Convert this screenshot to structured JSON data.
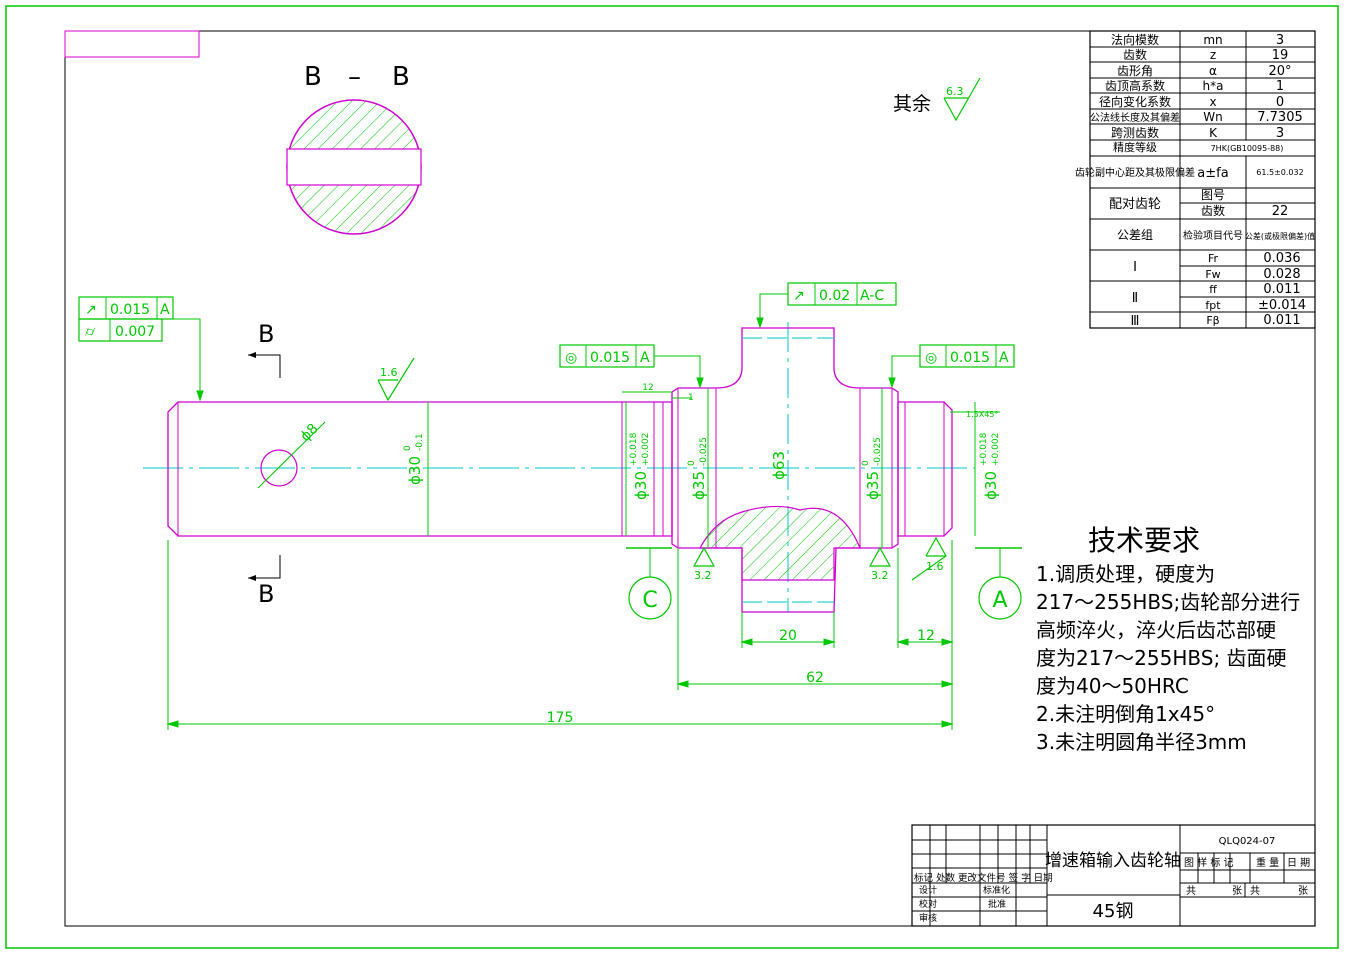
{
  "colors": {
    "frame": "#00c800",
    "part": "#d000d0",
    "center": "#00c8c8",
    "text": "#000000",
    "bg": "#ffffff"
  },
  "section": {
    "label_left": "B",
    "dash": "–",
    "label_right": "B"
  },
  "roughness_note": {
    "prefix": "其余",
    "value": "6.3"
  },
  "gear_table": {
    "rows": [
      {
        "name": "法向模数",
        "symbol": "mn",
        "value": "3"
      },
      {
        "name": "齿数",
        "symbol": "z",
        "value": "19"
      },
      {
        "name": "齿形角",
        "symbol": "α",
        "value": "20°"
      },
      {
        "name": "齿顶高系数",
        "symbol": "h*a",
        "value": "1"
      },
      {
        "name": "径向变化系数",
        "symbol": "x",
        "value": "0"
      },
      {
        "name": "公法线长度及其偏差",
        "symbol": "Wn",
        "value": "7.7305"
      },
      {
        "name": "跨测齿数",
        "symbol": "K",
        "value": "3"
      }
    ],
    "precision": {
      "name": "精度等级",
      "value": "7HK(GB10095-88)"
    },
    "center_dist": {
      "name": "齿轮副中心距及其极限偏差",
      "symbol": "a±fa",
      "value": "61.5±0.032"
    },
    "mating": {
      "name": "配对齿轮",
      "drawing_no": "图号",
      "teeth": "齿数",
      "teeth_value": "22"
    },
    "tolerance_header": {
      "group": "公差组",
      "code": "检验项目代号",
      "value": "公差(或极限偏差)值"
    },
    "groups": [
      {
        "group": "Ⅰ",
        "items": [
          {
            "code": "Fr",
            "value": "0.036"
          },
          {
            "code": "Fw",
            "value": "0.028"
          }
        ]
      },
      {
        "group": "Ⅱ",
        "items": [
          {
            "code": "ff",
            "value": "0.011"
          },
          {
            "code": "fpt",
            "value": "±0.014"
          }
        ]
      },
      {
        "group": "Ⅲ",
        "items": [
          {
            "code": "Fβ",
            "value": "0.011"
          }
        ]
      }
    ]
  },
  "frames": {
    "runout_left": {
      "symbol": "↗",
      "value": "0.015",
      "datum": "A"
    },
    "cyl_left": {
      "symbol": "⌭",
      "value": "0.007"
    },
    "conc_left": {
      "symbol": "◎",
      "value": "0.015",
      "datum": "A"
    },
    "runout_gear": {
      "symbol": "↗",
      "value": "0.02",
      "datum": "A-C"
    },
    "conc_right": {
      "symbol": "◎",
      "value": "0.015",
      "datum": "A"
    }
  },
  "dims": {
    "hole": "ϕ8",
    "d30_main": "ϕ30",
    "d30_main_tol_up": "0",
    "d30_main_tol_dn": "-0.1",
    "d30_left": "ϕ30",
    "d30_left_tol_up": "+0.018",
    "d30_left_tol_dn": "+0.002",
    "d35": "ϕ35",
    "d35_tol_up": "0",
    "d35_tol_dn": "-0.025",
    "d63": "ϕ63",
    "d30_right": "ϕ30",
    "d30_right_tol_up": "+0.018",
    "d30_right_tol_dn": "+0.002",
    "len_175": "175",
    "len_62": "62",
    "len_20": "20",
    "len_12": "12",
    "len_12_small": "12",
    "len_1": "1",
    "chamfer": "1.5X45°",
    "rough_16": "1.6",
    "rough_32a": "3.2",
    "rough_32b": "3.2",
    "rough_16b": "1.6",
    "section_B_top": "B",
    "section_B_bot": "B",
    "datum_C": "C",
    "datum_A": "A"
  },
  "tech": {
    "title": "技术要求",
    "lines": [
      "1.调质处理，硬度为",
      "217～255HBS;齿轮部分进行",
      "高频淬火，淬火后齿芯部硬",
      "度为217～255HBS; 齿面硬",
      "度为40～50HRC",
      "2.未注明倒角1x45°",
      "3.未注明圆角半径3mm"
    ]
  },
  "title_block": {
    "part_name": "增速箱输入齿轮轴",
    "drawing_no": "QLQ024-07",
    "material": "45钢",
    "hdr_stage": "图 样 标 记",
    "hdr_weight": "重 量",
    "hdr_scale": "日 期",
    "sheets_total": "共",
    "sheets_zhang": "张",
    "sheet_no": "共",
    "sheet_zhang2": "张",
    "row_labels": "标记 处数 更改文件号 签 字 日期",
    "design": "设计",
    "std": "标准化",
    "check": "校对",
    "approve": "批准",
    "review": "审核"
  }
}
